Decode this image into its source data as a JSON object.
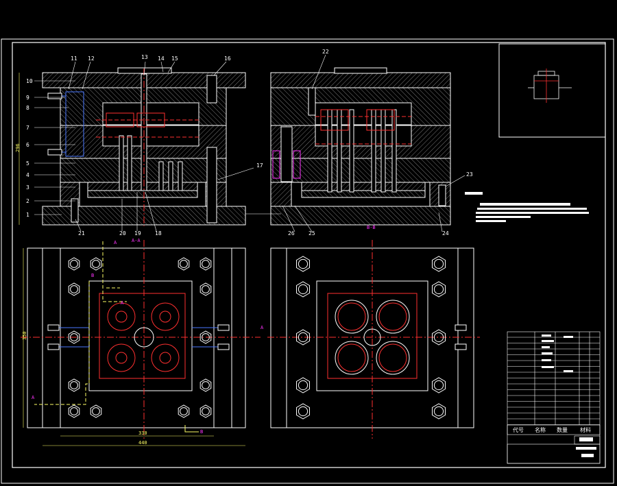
{
  "drawing": {
    "title": "",
    "colors": {
      "background": "#000000",
      "outline": "#ffffff",
      "hatch": "#bfbfbf",
      "center_line": "#ff3030",
      "dimension": "#ffff66",
      "section_mark": "#ff33ff",
      "cooling": "#4a78ff"
    },
    "part_numbers_left": [
      "10",
      "9",
      "8",
      "7",
      "6",
      "5",
      "4",
      "3",
      "2",
      "1"
    ],
    "part_numbers_top": [
      "11",
      "12",
      "13",
      "14",
      "15",
      "16"
    ],
    "part_numbers_bottom": [
      "21",
      "20",
      "19",
      "18"
    ],
    "part_numbers_right_view": [
      "22",
      "17",
      "23",
      "26",
      "25",
      "24"
    ],
    "dim_height": "296",
    "dim_plan_width_inner": "330",
    "dim_plan_width_outer": "440",
    "dim_plan_height": "350",
    "section_label_left": "A-A",
    "section_label_right": "B-B",
    "section_marks": [
      "A",
      "A",
      "B",
      "B",
      "A",
      "A"
    ],
    "title_block": {
      "row_headers": [
        "代号",
        "名称",
        "数量",
        "材料"
      ]
    }
  }
}
